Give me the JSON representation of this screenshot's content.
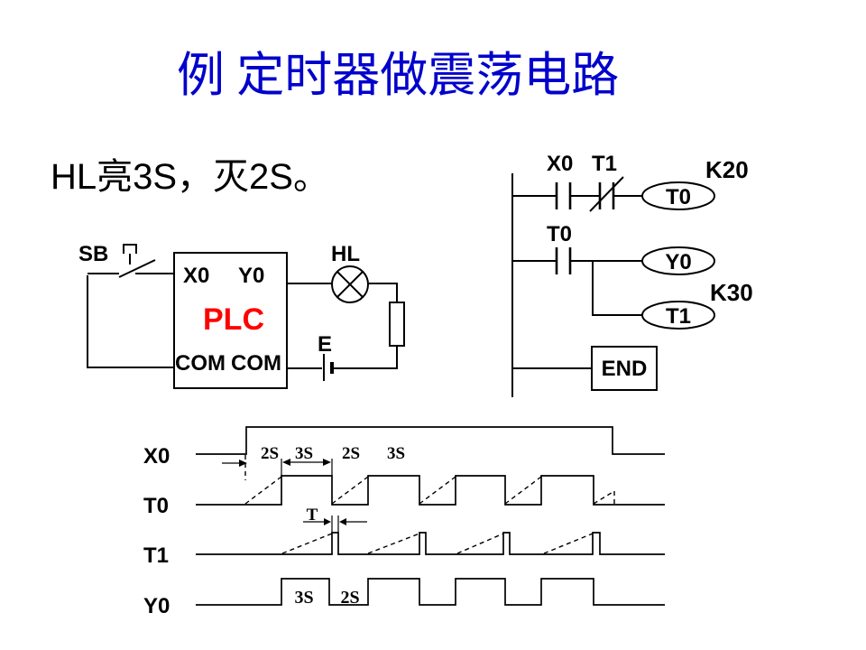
{
  "slide": {
    "title": "例 定时器做震荡电路",
    "subtitle": "HL亮3S，灭2S。"
  },
  "colors": {
    "title_blue": "#0000CC",
    "ink": "#000000",
    "plc_red": "#FF0000"
  },
  "wiring": {
    "switch_label": "SB",
    "input_terminal": "X0",
    "output_terminal": "Y0",
    "plc_label": "PLC",
    "com_left": "COM",
    "com_right": "COM",
    "lamp_label": "HL",
    "battery_label": "E"
  },
  "ladder": {
    "rung1_contact1": "X0",
    "rung1_contact2": "T1",
    "rung1_coil": "T0",
    "rung1_preset": "K20",
    "rung2_contact": "T0",
    "rung2_coil": "Y0",
    "rung2_branch_coil": "T1",
    "rung2_preset": "K30",
    "end_block": "END"
  },
  "timing": {
    "rows": {
      "r1": "X0",
      "r2": "T0",
      "r3": "T1",
      "r4": "Y0"
    },
    "spans": {
      "s1": "2S",
      "s2": "3S",
      "s3": "2S",
      "s4": "3S"
    },
    "t_label": "T",
    "y0_on": "3S",
    "y0_off": "2S"
  }
}
